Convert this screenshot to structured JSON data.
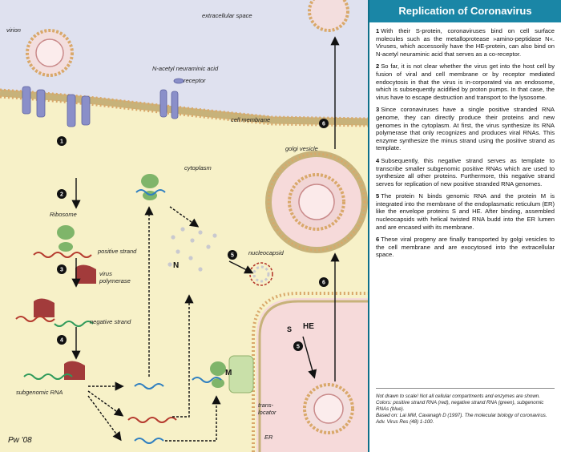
{
  "panel": {
    "title": "Replication of Coronavirus",
    "steps": [
      {
        "num": "1",
        "text": "With their S-protein, coronaviruses bind on cell surface molecules such as the metalloprotease »amino-peptidase N«. Viruses, which accessorily have the HE-protein, can also bind on N-acetyl neuraminic acid that serves as a co-receptor."
      },
      {
        "num": "2",
        "text": "So far, it is not clear whether the virus get into the host cell by fusion of viral and cell membrane or by receptor mediated endocytosis in that the virus is in-corporated via an endosome, which is subsequently acidified by proton pumps. In that case, the virus have to escape destruction and transport to the lysosome."
      },
      {
        "num": "3",
        "text": "Since coronaviruses have a single positive stranded RNA genome, they can directly produce their proteins and new genomes in the cytoplasm. At first, the virus synthesize its RNA polymerase that only recognizes and produces viral RNAs. This enzyme synthesize the minus strand using the positive strand as template."
      },
      {
        "num": "4",
        "text": "Subsequently, this negative strand serves as template to transcribe smaller subgenomic positive RNAs which are used to synthesize all other proteins. Furthermore, this negative strand serves for replication of new positive stranded RNA genomes."
      },
      {
        "num": "5",
        "text": "The protein N binds genomic RNA and the protein M is integrated into the membrane of the endoplasmatic reticulum (ER) like the envelope proteins S and HE. After binding, assembled nucleocapsids with helical twisted RNA budd into the ER lumen and are encased with its membrane."
      },
      {
        "num": "6",
        "text": "These viral progeny are finally transported by golgi vesicles to the cell membrane and are exocytosed into the extracellular space."
      }
    ],
    "footnote": [
      "Not drawn to scale! Not all cellular compartments and enzymes are shown. Colors: positive strand RNA (red), negative strand RNA (green), subgenomic RNAs (blue).",
      "Based on: Lai MM, Cavanagh D (1997). The molecular biology of coronavirus. Adv. Virus Res (48) 1-100."
    ]
  },
  "diagram": {
    "labels": {
      "virion": "virion",
      "extracellular": "extracellular space",
      "neuraminic": "N-acetyl neuraminic acid",
      "receptor": "receptor",
      "cell_membrane": "cell membrane",
      "golgi": "golgi vesicle",
      "cytoplasm": "cytoplasm",
      "ribosome": "Ribosome",
      "positive": "positive strand",
      "polymerase_1": "virus",
      "polymerase_2": "polymerase",
      "negative": "negative strand",
      "subgenomic": "subgenomic RNA",
      "n_protein": "N",
      "nucleocapsid": "nucleocapsid",
      "he": "HE",
      "s": "S",
      "m": "M",
      "translocator_1": "trans-",
      "translocator_2": "locator",
      "er": "ER",
      "signature": "Pw '08"
    },
    "step_markers": {
      "m1": "1",
      "m2": "2",
      "m3": "3",
      "m4": "4",
      "m5a": "5",
      "m5b": "5",
      "m6a": "6",
      "m6b": "6"
    },
    "colors": {
      "extracellular": "#dfe1ef",
      "cytoplasm": "#f7f1c8",
      "er_lumen": "#f6dada",
      "membrane_head": "#d9a86a",
      "receptor": "#8a8fc9",
      "ribosome": "#7fb56a",
      "polymerase": "#a23b3b",
      "rna_positive": "#b53a2e",
      "rna_negative": "#2e9a5a",
      "rna_subgenomic": "#2f7fc0",
      "title_bar": "#1a86a6"
    }
  }
}
